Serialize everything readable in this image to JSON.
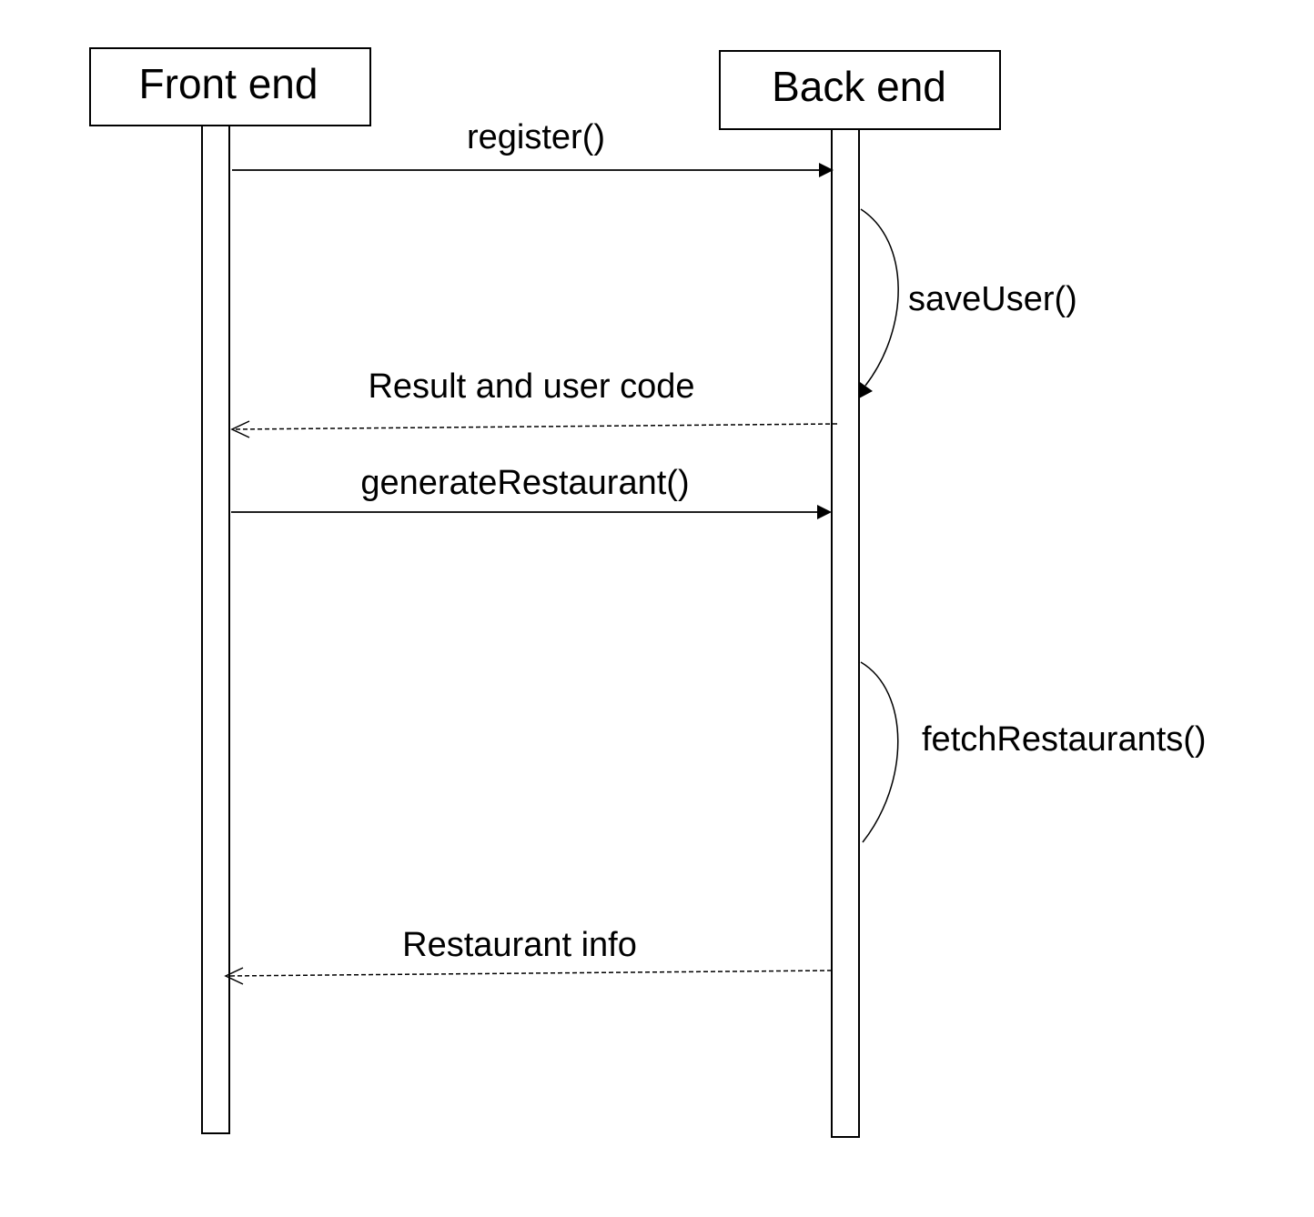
{
  "participants": {
    "front_end": {
      "label": "Front end"
    },
    "back_end": {
      "label": "Back end"
    }
  },
  "messages": {
    "register": {
      "label": "register()",
      "from": "front_end",
      "to": "back_end",
      "kind": "synchronous"
    },
    "save_user": {
      "label": "saveUser()",
      "from": "back_end",
      "to": "back_end",
      "kind": "self-call"
    },
    "result_user_code": {
      "label": "Result and user code",
      "from": "back_end",
      "to": "front_end",
      "kind": "return"
    },
    "generate_restaurant": {
      "label": "generateRestaurant()",
      "from": "front_end",
      "to": "back_end",
      "kind": "synchronous"
    },
    "fetch_restaurants": {
      "label": "fetchRestaurants()",
      "from": "back_end",
      "to": "back_end",
      "kind": "self-call"
    },
    "restaurant_info": {
      "label": "Restaurant info",
      "from": "back_end",
      "to": "front_end",
      "kind": "return"
    }
  }
}
